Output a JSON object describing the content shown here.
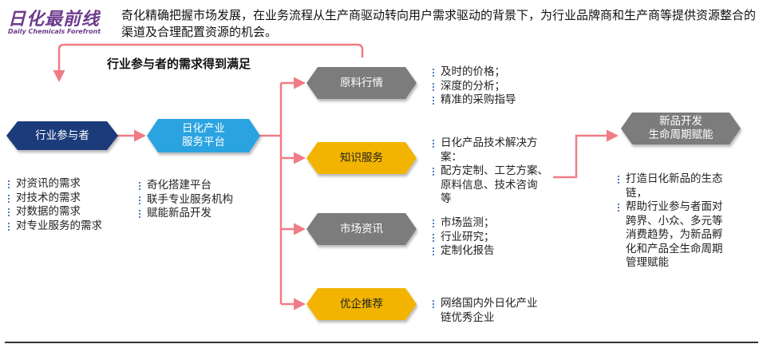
{
  "logo": {
    "main": "日化最前线",
    "sub": "Daily Chemicals Forefront"
  },
  "intro": "奇化精确把握市场发展，在业务流程从生产商驱动转向用户需求驱动的背景下，为行业品牌商和生产商等提供资源整合的渠道及合理配置资源的机会。",
  "heading": "行业参与者的需求得到满足",
  "nodes": {
    "participants": {
      "label": "行业参与者",
      "color": "#1b3b7a"
    },
    "platform": {
      "line1": "日化产业",
      "line2": "服务平台",
      "color": "#2aa3e0"
    },
    "materials": {
      "label": "原料行情",
      "color": "#7b7b7b"
    },
    "knowledge": {
      "label": "知识服务",
      "color": "#f2b400"
    },
    "market": {
      "label": "市场资讯",
      "color": "#7b7b7b"
    },
    "enterprise": {
      "label": "优企推荐",
      "color": "#f2b400"
    },
    "lifecycle": {
      "line1": "新品开发",
      "line2": "生命周期赋能",
      "color": "#7b7b7b"
    }
  },
  "arrow_color": "#f07c85",
  "lists": {
    "participants": [
      "对资讯的需求",
      "对技术的需求",
      "对数据的需求",
      "对专业服务的需求"
    ],
    "platform": [
      "奇化搭建平台",
      "联手专业服务机构",
      "赋能新品开发"
    ],
    "materials": [
      "及时的价格；",
      "深度的分析；",
      "精准的采购指导"
    ],
    "knowledge": {
      "line1": "日化产品技术解决方",
      "line2": "案：",
      "line3": "配方定制、工艺方案、",
      "line4": "原料信息、技术咨询",
      "line5": "等"
    },
    "market": [
      "市场监测；",
      "行业研究；",
      "定制化报告"
    ],
    "enterprise": {
      "line1": "网络国内外日化产业",
      "line2": "链优秀企业"
    },
    "lifecycle": {
      "item1_line1": "打造日化新品的生态",
      "item1_line2": "链，",
      "item2_line1": "帮助行业参与者面对",
      "item2_line2": "跨界、小众、多元等",
      "item2_line3": "消费趋势，为新品孵",
      "item2_line4": "化和产品全生命周期",
      "item2_line5": "管理赋能"
    }
  }
}
